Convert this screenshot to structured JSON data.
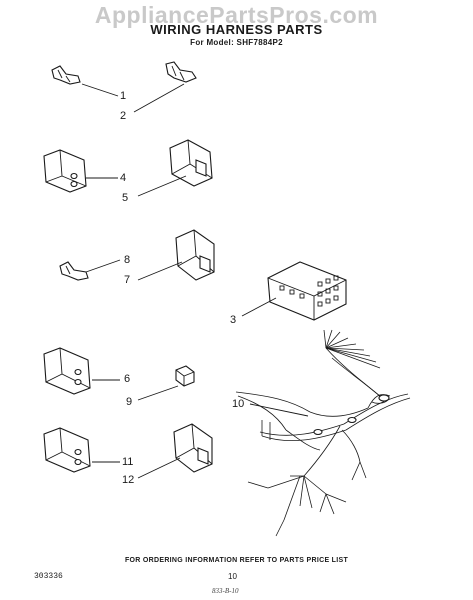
{
  "watermark": "AppliancePartsPros.com",
  "title": "WIRING HARNESS PARTS",
  "subtitle": "For Model: SHF7884P2",
  "callouts": {
    "c1": "1",
    "c2": "2",
    "c3": "3",
    "c4": "4",
    "c5": "5",
    "c6": "6",
    "c7": "7",
    "c8": "8",
    "c9": "9",
    "c10": "10",
    "c11": "11",
    "c12": "12"
  },
  "footer": {
    "note": "FOR ORDERING INFORMATION REFER TO PARTS PRICE LIST",
    "doc_number": "303336",
    "page_number": "10",
    "ref_code": "833-B-10"
  }
}
